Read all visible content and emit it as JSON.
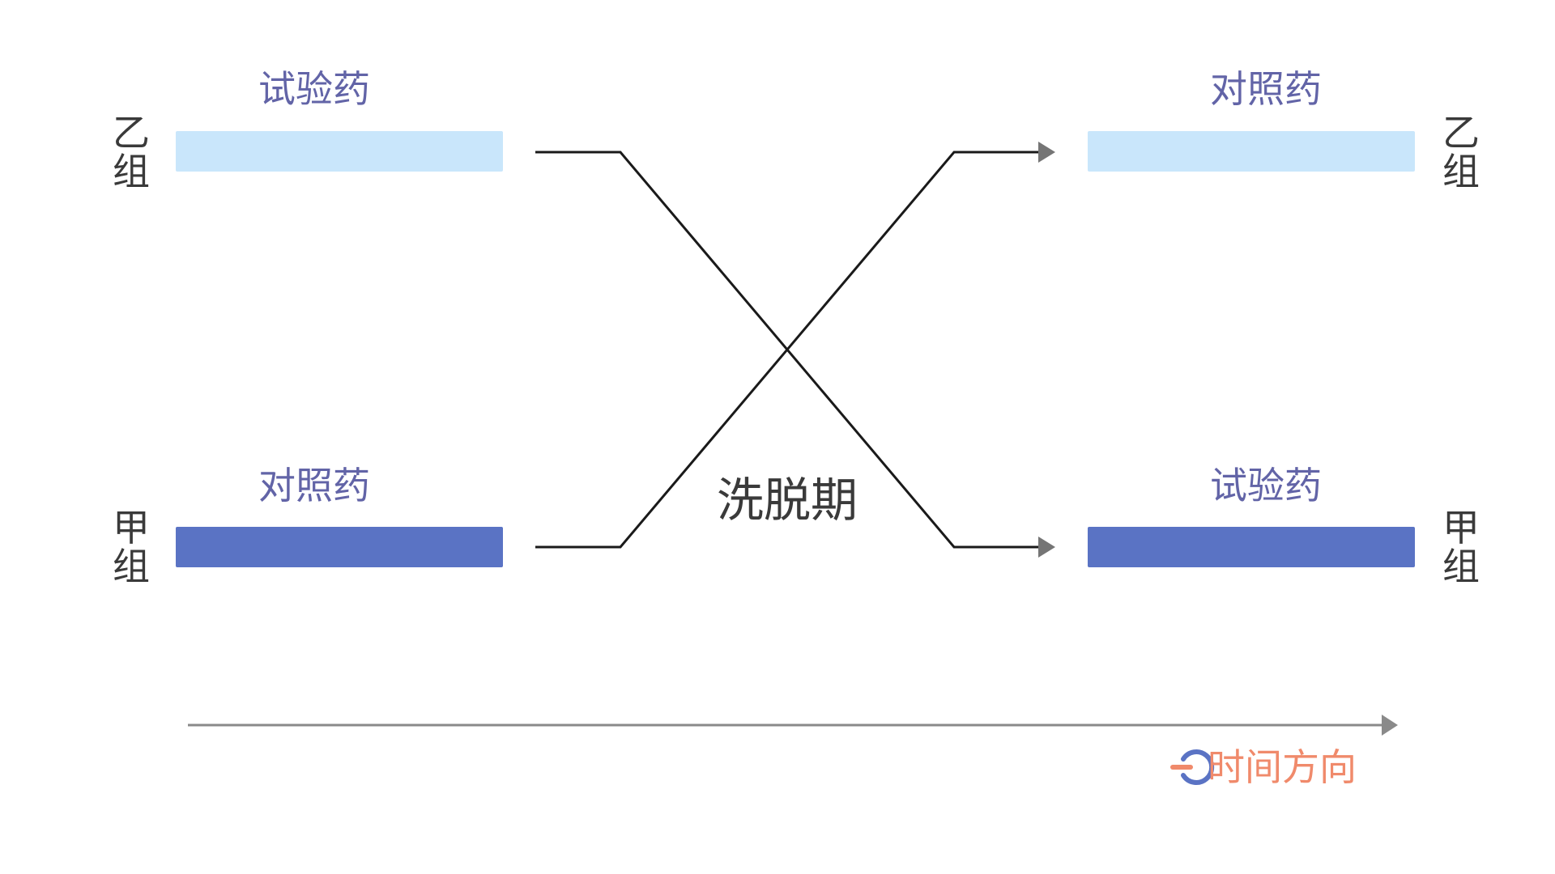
{
  "groups": {
    "b": {
      "label_top": "乙",
      "label_bottom": "组"
    },
    "a": {
      "label_top": "甲",
      "label_bottom": "组"
    }
  },
  "period1": {
    "group_b_drug": "试验药",
    "group_a_drug": "对照药"
  },
  "period2": {
    "group_b_drug": "对照药",
    "group_a_drug": "试验药"
  },
  "washout": "洗脱期",
  "time_direction": "时间方向",
  "icons": {
    "time": "refresh-arrow-icon"
  },
  "colors": {
    "test_drug": "#c9e6fb",
    "control_drug": "#5a73c4",
    "drug_text": "#6264a7",
    "group_text": "#3a3a3a",
    "crossover_line": "#1a1a1a",
    "arrow": "#757575",
    "time_axis": "#8a8a8a",
    "time_text": "#f08a6b"
  }
}
